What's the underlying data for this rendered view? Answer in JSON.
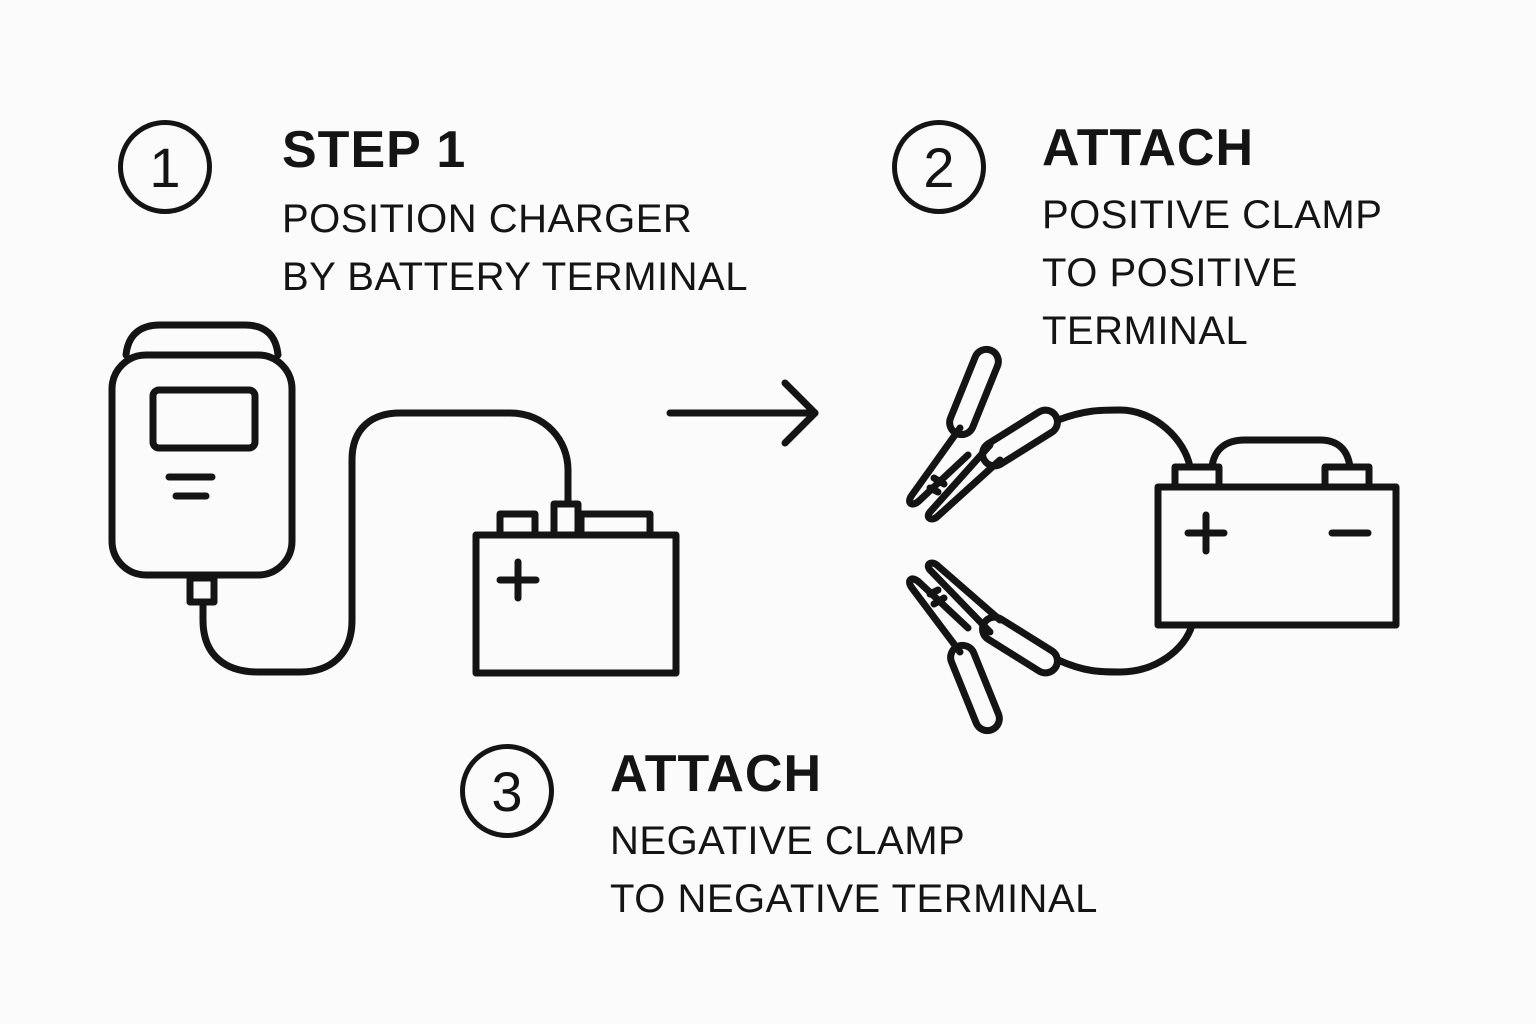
{
  "steps": [
    {
      "number": "1",
      "heading": "STEP 1",
      "lines": [
        "POSITION CHARGER",
        "BY BATTERY TERMINAL"
      ]
    },
    {
      "number": "2",
      "heading": "ATTACH",
      "lines": [
        "POSITIVE CLAMP",
        "TO POSITIVE",
        "TERMINAL"
      ]
    },
    {
      "number": "3",
      "heading": "ATTACH",
      "lines": [
        "NEGATIVE CLAMP",
        "TO NEGATIVE TERMINAL"
      ]
    }
  ],
  "battery_labels": {
    "left_positive": "+",
    "right_positive": "+",
    "right_negative": "−"
  },
  "colors": {
    "ink": "#141414",
    "background": "#fbfbfb"
  }
}
